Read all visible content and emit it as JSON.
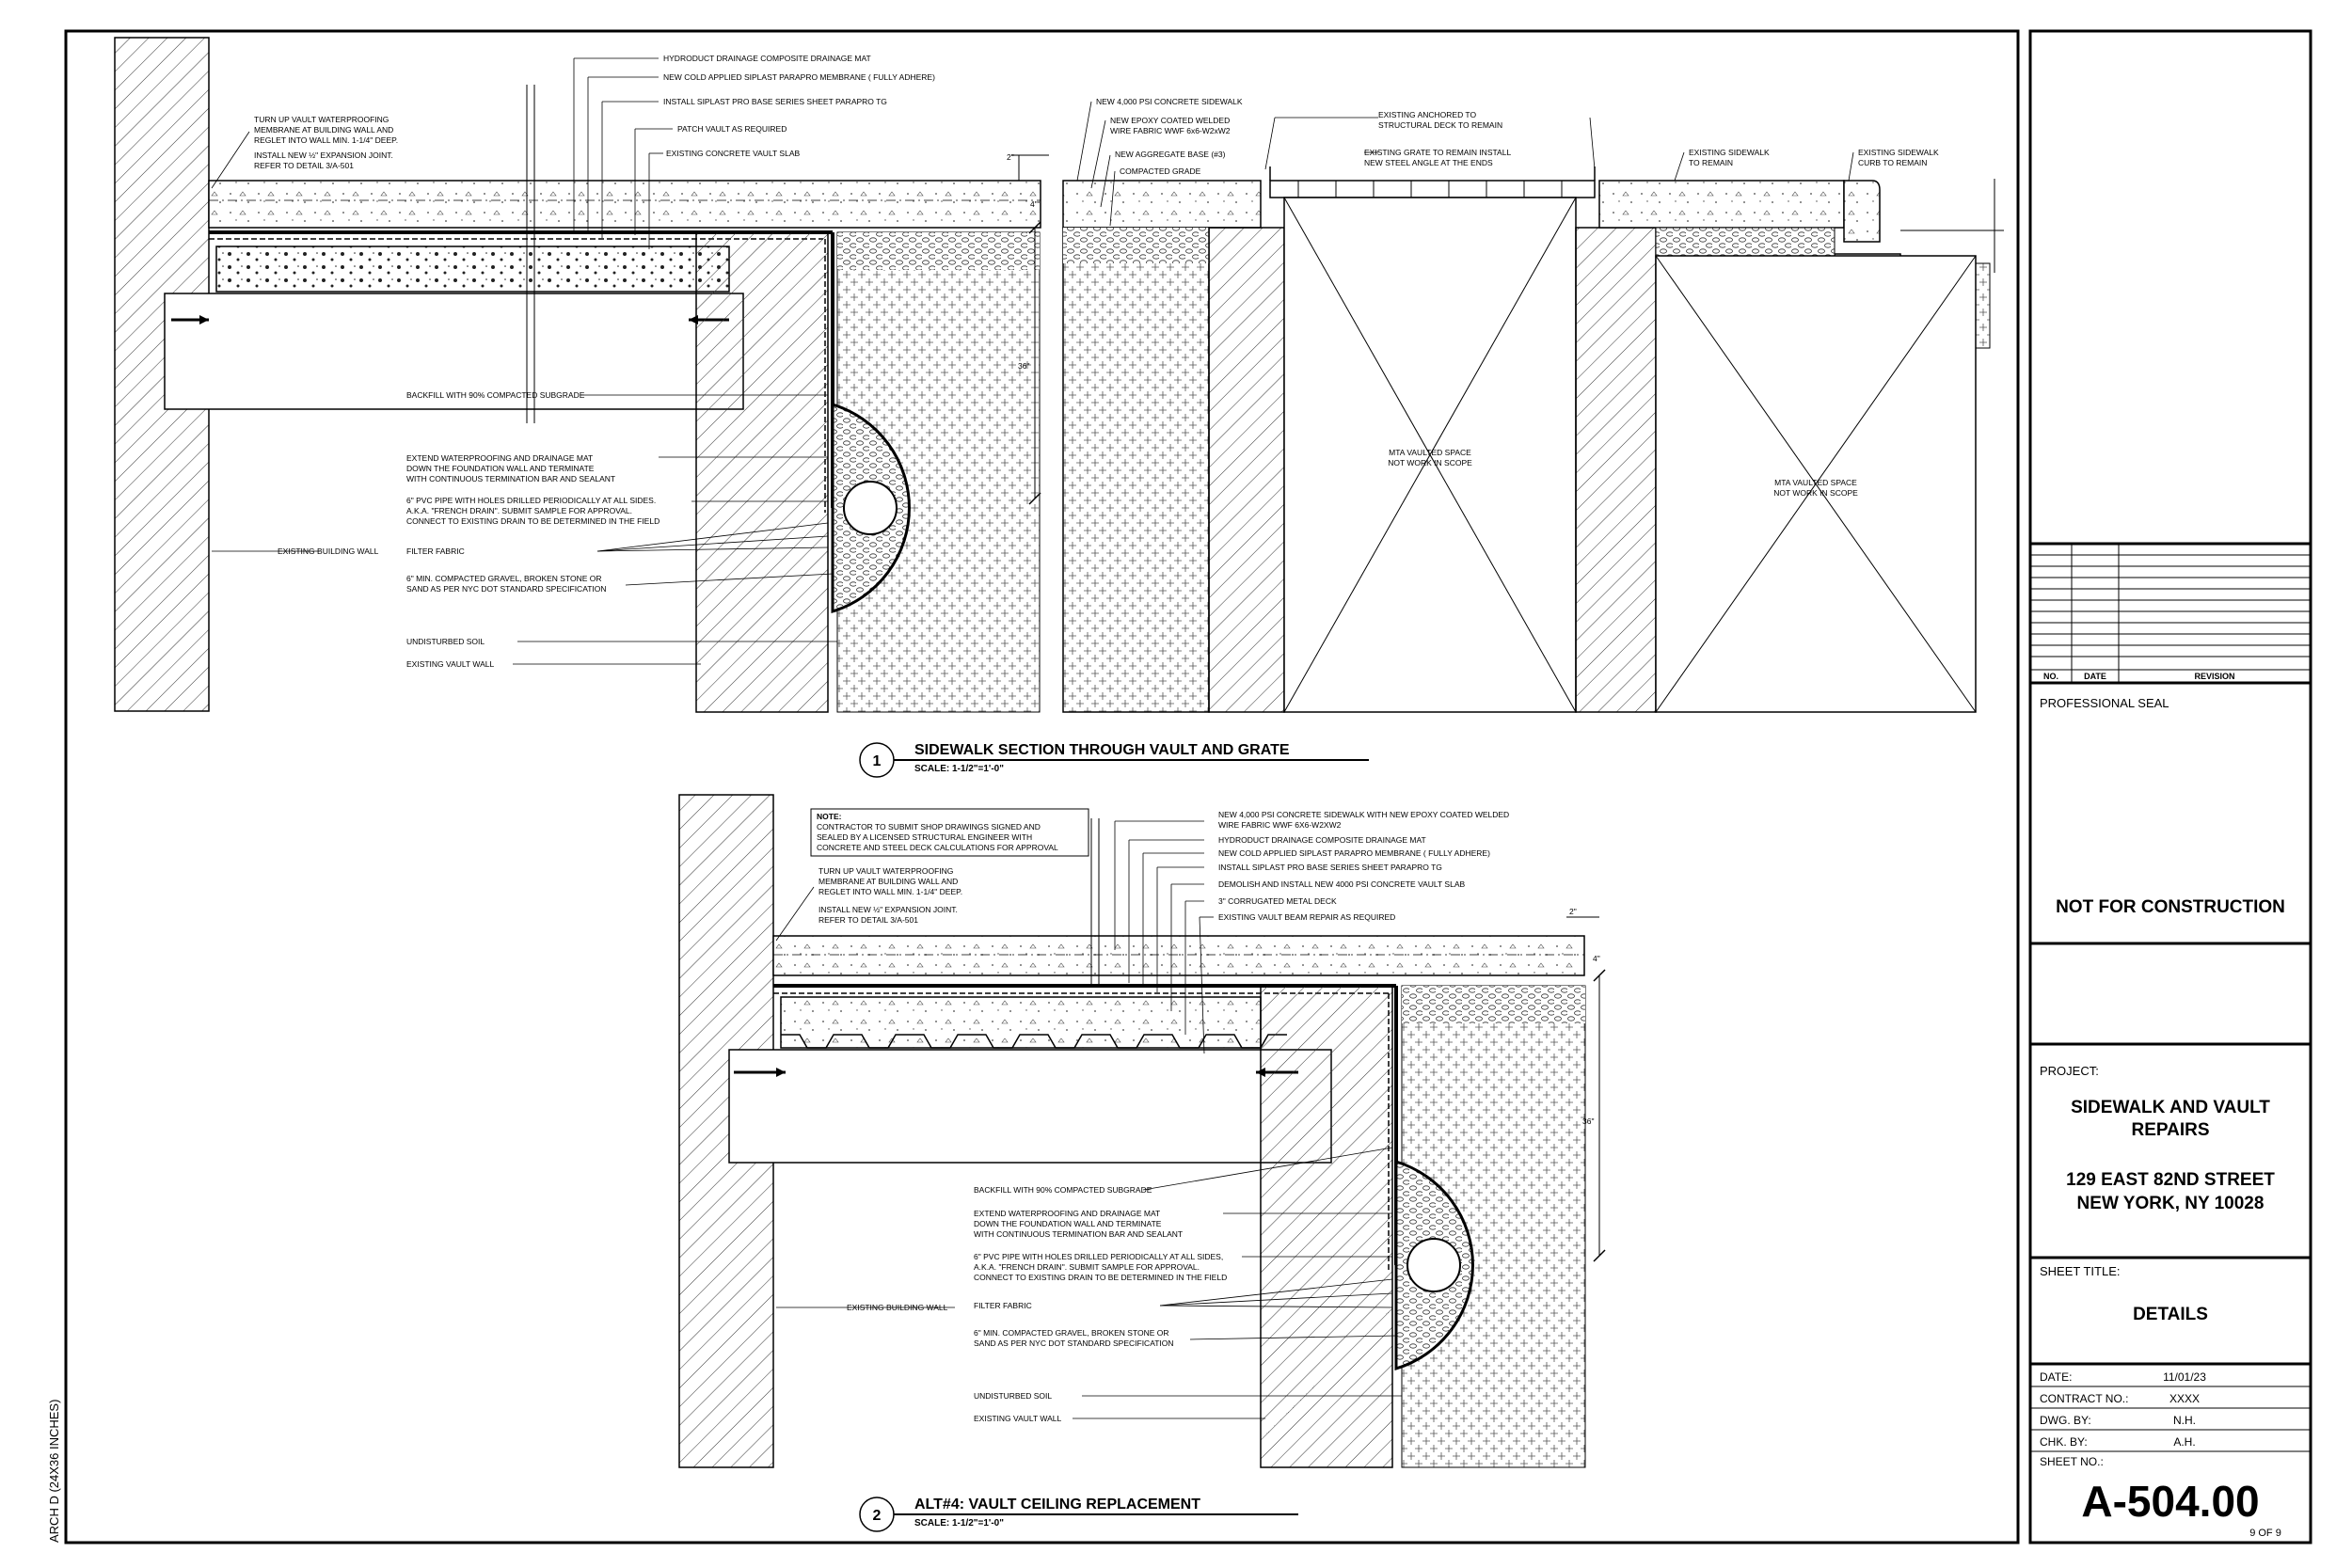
{
  "sheet_side_label": "ARCH D (24X36 INCHES)",
  "detail1": {
    "number": "1",
    "title": "SIDEWALK SECTION THROUGH VAULT AND GRATE",
    "scale": "SCALE: 1-1/2\"=1'-0\"",
    "dim_2in": "2\"",
    "dim_4in": "4\"",
    "dim_36in": "36\"",
    "labels_top": [
      "HYDRODUCT DRAINAGE COMPOSITE DRAINAGE MAT",
      "NEW COLD APPLIED SIPLAST PARAPRO MEMBRANE ( FULLY ADHERE)",
      "INSTALL SIPLAST PRO BASE SERIES SHEET PARAPRO TG",
      "PATCH VAULT AS REQUIRED",
      "EXISTING CONCRETE VAULT SLAB"
    ],
    "labels_left": [
      "TURN UP VAULT WATERPROOFING",
      "MEMBRANE AT BUILDING WALL AND",
      "REGLET INTO WALL MIN. 1-1/4\" DEEP.",
      "INSTALL NEW ½\" EXPANSION JOINT.",
      "REFER TO DETAIL 3/A-501"
    ],
    "labels_mid": [
      "NEW 4,000 PSI CONCRETE SIDEWALK",
      "NEW EPOXY COATED WELDED",
      "WIRE FABRIC WWF 6x6-W2xW2",
      "NEW AGGREGATE BASE (#3)",
      "COMPACTED GRADE"
    ],
    "labels_grate": [
      "EXISTING ANCHORED TO",
      "STRUCTURAL DECK  TO REMAIN",
      "EXISTING GRATE TO REMAIN INSTALL",
      "NEW STEEL ANGLE AT THE ENDS"
    ],
    "labels_right": [
      "EXISTING SIDEWALK",
      "TO REMAIN",
      "EXISTING SIDEWALK",
      "CURB TO REMAIN"
    ],
    "labels_lower": [
      "BACKFILL WITH 90% COMPACTED SUBGRADE",
      "EXTEND WATERPROOFING AND DRAINAGE MAT",
      "DOWN THE FOUNDATION WALL AND TERMINATE",
      "WITH CONTINUOUS TERMINATION BAR AND SEALANT",
      "6\" PVC PIPE WITH HOLES DRILLED PERIODICALLY AT ALL SIDES.",
      "A.K.A. \"FRENCH DRAIN\". SUBMIT SAMPLE FOR APPROVAL.",
      "CONNECT TO EXISTING DRAIN TO BE DETERMINED IN THE FIELD",
      "FILTER FABRIC",
      "6\" MIN. COMPACTED GRAVEL, BROKEN STONE OR",
      "SAND AS PER NYC DOT STANDARD SPECIFICATION",
      "UNDISTURBED SOIL",
      "EXISTING VAULT WALL",
      "EXISTING BUILDING WALL"
    ],
    "vault_space_1": [
      "MTA VAULTED SPACE",
      "NOT WORK IN SCOPE"
    ],
    "vault_space_2": [
      "MTA VAULTED SPACE",
      "NOT WORK IN SCOPE"
    ]
  },
  "detail2": {
    "number": "2",
    "title": "ALT#4: VAULT CEILING REPLACEMENT",
    "scale": "SCALE: 1-1/2\"=1'-0\"",
    "dim_2in": "2\"",
    "dim_4in": "4\"",
    "dim_36in": "36\"",
    "note_title": "NOTE:",
    "note_lines": [
      "CONTRACTOR TO SUBMIT SHOP DRAWINGS SIGNED AND",
      "SEALED BY A LICENSED STRUCTURAL ENGINEER WITH",
      "CONCRETE AND STEEL DECK CALCULATIONS FOR APPROVAL"
    ],
    "labels_top": [
      "NEW 4,000 PSI CONCRETE SIDEWALK WITH NEW EPOXY COATED WELDED",
      "WIRE FABRIC WWF 6X6-W2XW2",
      "HYDRODUCT DRAINAGE COMPOSITE DRAINAGE MAT",
      "NEW COLD APPLIED SIPLAST PARAPRO MEMBRANE ( FULLY ADHERE)",
      "INSTALL SIPLAST PRO BASE SERIES SHEET PARAPRO TG",
      "DEMOLISH AND INSTALL NEW 4000 PSI CONCRETE VAULT SLAB",
      "3\" CORRUGATED METAL DECK",
      "EXISTING VAULT BEAM REPAIR AS REQUIRED"
    ],
    "labels_left": [
      "TURN UP VAULT WATERPROOFING",
      "MEMBRANE AT BUILDING WALL AND",
      "REGLET INTO WALL MIN. 1-1/4\" DEEP.",
      "INSTALL NEW ½\" EXPANSION JOINT.",
      "REFER TO DETAIL 3/A-501"
    ],
    "labels_lower": [
      "BACKFILL WITH 90% COMPACTED SUBGRADE",
      "EXTEND WATERPROOFING AND DRAINAGE MAT",
      "DOWN THE FOUNDATION WALL AND TERMINATE",
      "WITH CONTINUOUS TERMINATION BAR AND SEALANT",
      "6\" PVC PIPE WITH HOLES DRILLED PERIODICALLY AT ALL SIDES,",
      "A.K.A. \"FRENCH DRAIN\". SUBMIT SAMPLE FOR APPROVAL.",
      "CONNECT TO EXISTING DRAIN TO BE DETERMINED IN THE FIELD",
      "FILTER FABRIC",
      "6\" MIN. COMPACTED GRAVEL, BROKEN STONE OR",
      "SAND AS PER NYC DOT STANDARD SPECIFICATION",
      "UNDISTURBED SOIL",
      "EXISTING VAULT WALL",
      "EXISTING BUILDING WALL"
    ]
  },
  "title_block": {
    "revision_headers": {
      "no": "NO.",
      "date": "DATE",
      "revision": "REVISION"
    },
    "professional_seal": "PROFESSIONAL SEAL",
    "not_for_construction": "NOT FOR CONSTRUCTION",
    "project_label": "PROJECT:",
    "project_name_1": "SIDEWALK AND VAULT",
    "project_name_2": "REPAIRS",
    "address_1": "129 EAST 82ND STREET",
    "address_2": "NEW YORK, NY 10028",
    "sheet_title_label": "SHEET TITLE:",
    "sheet_title": "DETAILS",
    "date_label": "DATE:",
    "date_value": "11/01/23",
    "contract_label": "CONTRACT NO.:",
    "contract_value": "XXXX",
    "dwg_label": "DWG. BY:",
    "dwg_value": "N.H.",
    "chk_label": "CHK. BY:",
    "chk_value": "A.H.",
    "sheet_no_label": "SHEET NO.:",
    "sheet_no": "A-504.00",
    "page_of": "9   OF   9"
  }
}
